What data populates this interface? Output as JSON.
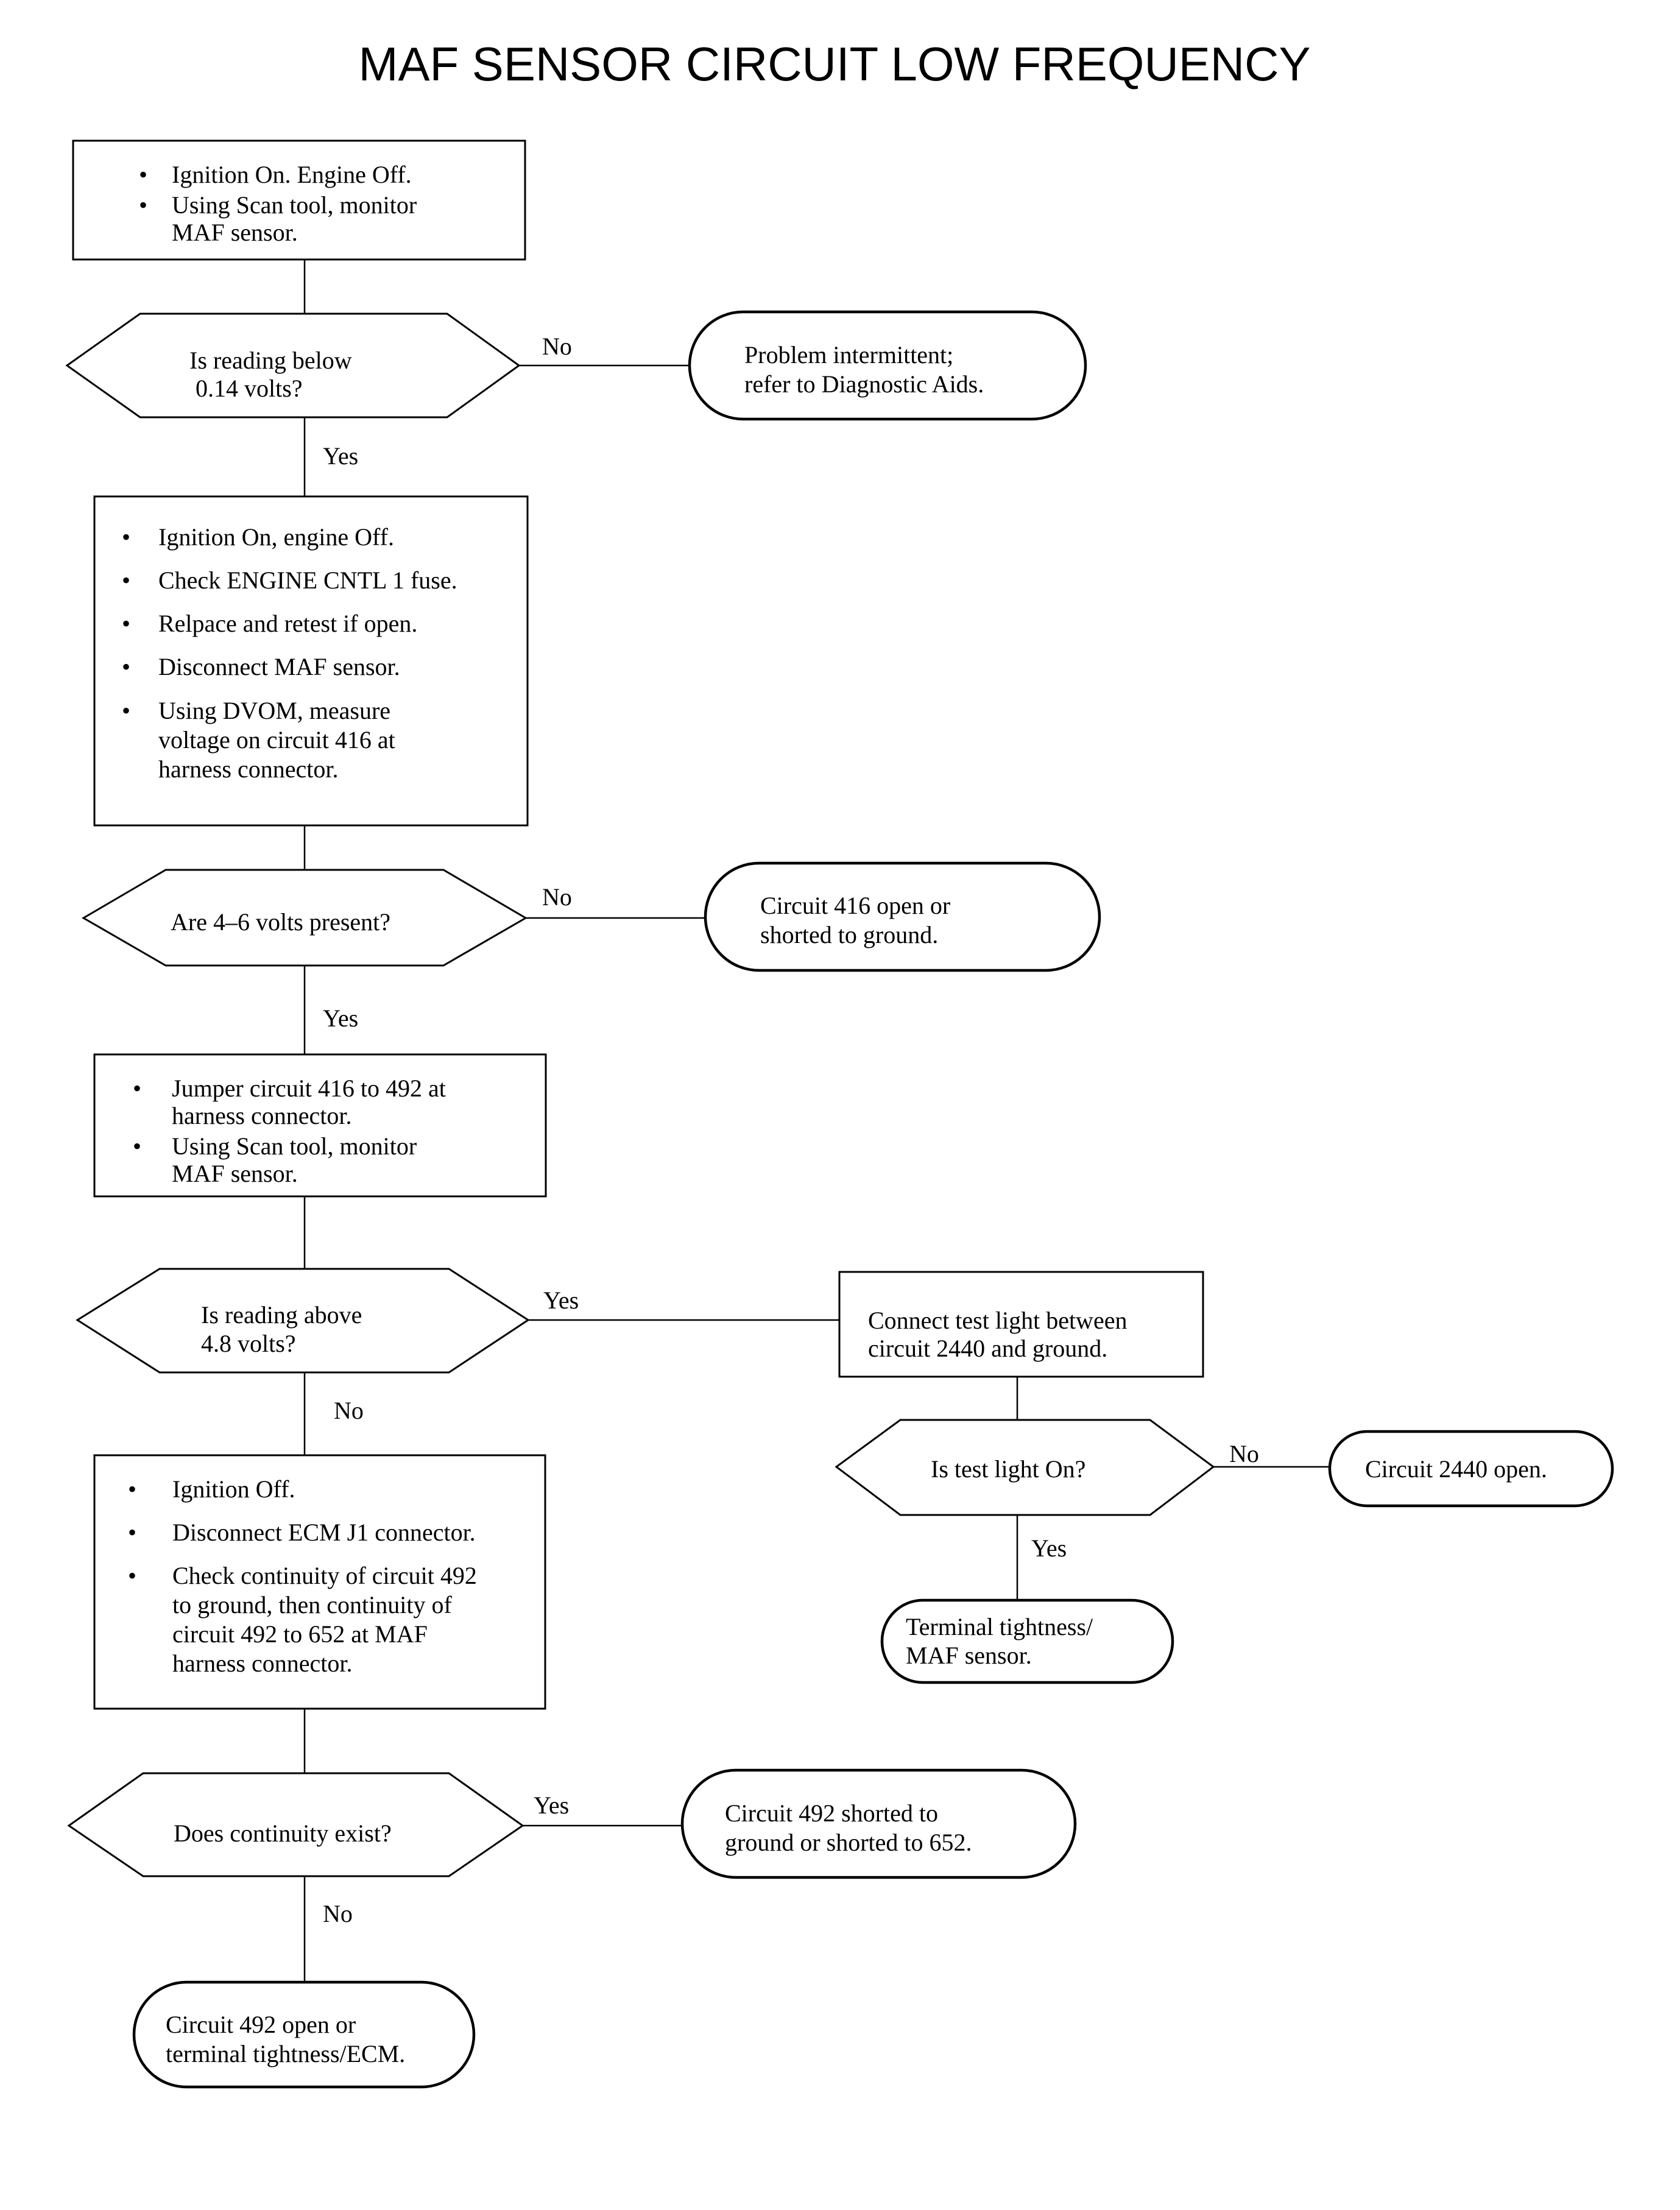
{
  "title": "MAF SENSOR CIRCUIT LOW FREQUENCY",
  "steps": {
    "step1": [
      "Ignition On. Engine Off.",
      "Using Scan tool, monitor",
      "MAF sensor."
    ],
    "q1": [
      "Is reading below",
      "0.14 volts?"
    ],
    "r1": [
      "Problem intermittent;",
      "refer to Diagnostic Aids."
    ],
    "step2": [
      "Ignition On, engine Off.",
      "Check ENGINE CNTL 1 fuse.",
      "Relpace and retest if open.",
      "Disconnect MAF sensor.",
      "Using DVOM, measure",
      "voltage on circuit 416 at",
      "harness connector."
    ],
    "q2": [
      "Are 4–6 volts present?"
    ],
    "r2": [
      "Circuit 416 open or",
      "shorted to ground."
    ],
    "step3": [
      "Jumper circuit 416 to 492 at",
      "harness connector.",
      "Using Scan tool, monitor",
      "MAF sensor."
    ],
    "q3": [
      "Is reading above",
      "4.8 volts?"
    ],
    "step4": [
      "Connect test light between",
      "circuit 2440 and ground."
    ],
    "q4": [
      "Is test light On?"
    ],
    "r4": [
      "Circuit 2440 open."
    ],
    "r5": [
      "Terminal tightness/",
      "MAF sensor."
    ],
    "step5": [
      "Ignition Off.",
      "Disconnect ECM J1 connector.",
      "Check continuity of circuit 492",
      "to ground, then continuity of",
      "circuit 492 to 652 at MAF",
      "harness connector."
    ],
    "q5": [
      "Does continuity exist?"
    ],
    "r6": [
      "Circuit 492 shorted to",
      "ground or shorted to 652."
    ],
    "r7": [
      "Circuit 492 open or",
      "terminal tightness/ECM."
    ]
  },
  "labels": {
    "yes": "Yes",
    "no": "No"
  }
}
